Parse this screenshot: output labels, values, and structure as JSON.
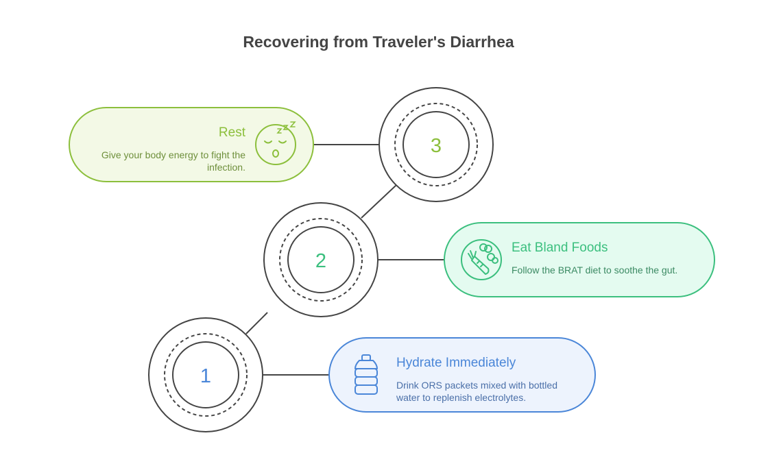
{
  "title": "Recovering from Traveler's Diarrhea",
  "steps": [
    {
      "number": "1",
      "title": "Hydrate Immediately",
      "desc_line1": "Drink ORS packets mixed with bottled",
      "desc_line2": "water to replenish electrolytes.",
      "icon": "water-bottle-icon",
      "color": "#4a86d8",
      "fill": "#edf3fd"
    },
    {
      "number": "2",
      "title": "Eat Bland Foods",
      "desc_line1": "Follow the BRAT diet to soothe the gut.",
      "desc_line2": "",
      "icon": "carrot-broccoli-icon",
      "color": "#3bbf7e",
      "fill": "#e4fbf0"
    },
    {
      "number": "3",
      "title": "Rest",
      "desc_line1": "Give your body energy to fight the",
      "desc_line2": "infection.",
      "icon": "sleeping-face-icon",
      "color": "#8cbf3c",
      "fill": "#f3f9e6"
    }
  ]
}
